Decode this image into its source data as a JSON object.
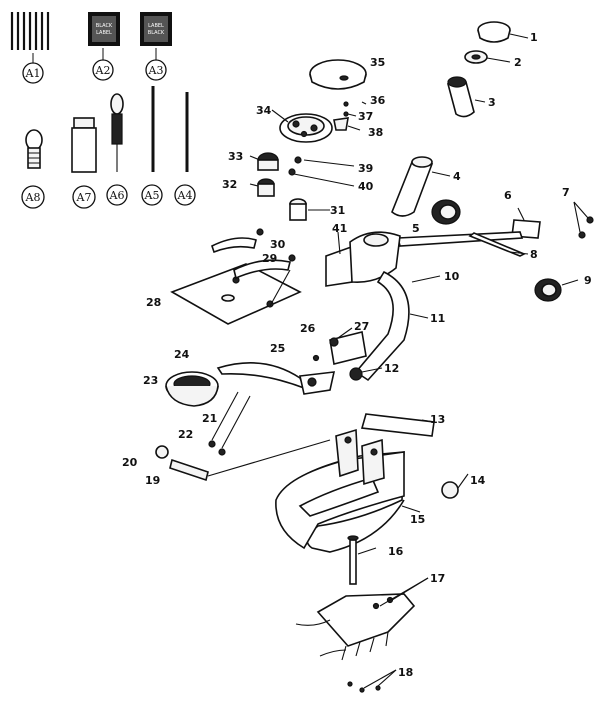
{
  "accessories": [
    {
      "id": "A1"
    },
    {
      "id": "A2"
    },
    {
      "id": "A3"
    },
    {
      "id": "A4"
    },
    {
      "id": "A5"
    },
    {
      "id": "A6"
    },
    {
      "id": "A7"
    },
    {
      "id": "A8"
    }
  ],
  "box_labels": {
    "a2": [
      "BLACK",
      "LABEL"
    ],
    "a3": [
      "LABEL",
      "BLACK"
    ]
  },
  "callouts": [
    "1",
    "2",
    "3",
    "4",
    "5",
    "6",
    "7",
    "8",
    "9",
    "10",
    "11",
    "12",
    "13",
    "14",
    "15",
    "16",
    "17",
    "18",
    "19",
    "20",
    "21",
    "22",
    "23",
    "24",
    "25",
    "26",
    "27",
    "28",
    "29",
    "30",
    "31",
    "32",
    "33",
    "34",
    "35",
    "36",
    "37",
    "38",
    "39",
    "40",
    "41"
  ]
}
